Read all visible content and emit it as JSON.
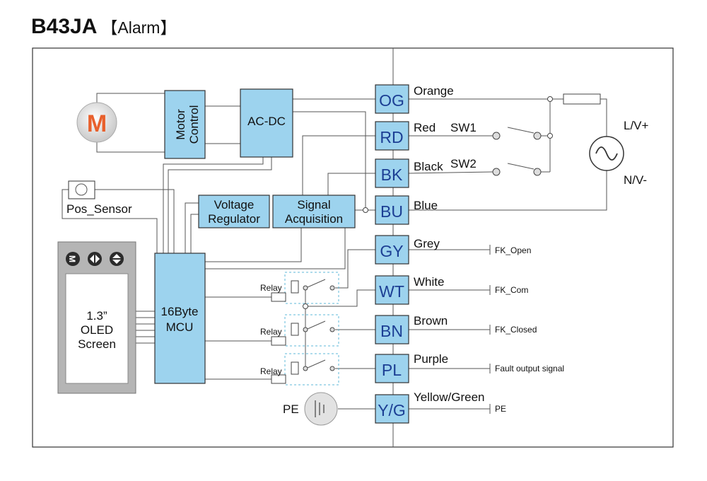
{
  "title": {
    "model": "B43JA",
    "variant": "【Alarm】"
  },
  "blocks": {
    "motor_letter": "M",
    "motor_control_line1": "Motor",
    "motor_control_line2": "Control",
    "acdc": "AC-DC",
    "voltage_regulator_line1": "Voltage",
    "voltage_regulator_line2": "Regulator",
    "signal_acq_line1": "Signal",
    "signal_acq_line2": "Acquisition",
    "pos_sensor": "Pos_Sensor",
    "mcu_line1": "16Byte",
    "mcu_line2": "MCU",
    "oled_line1": "1.3”",
    "oled_line2": "OLED",
    "oled_line3": "Screen",
    "relay": "Relay",
    "pe": "PE"
  },
  "terminals": [
    {
      "code": "OG",
      "wire": "Orange"
    },
    {
      "code": "RD",
      "wire": "Red"
    },
    {
      "code": "BK",
      "wire": "Black"
    },
    {
      "code": "BU",
      "wire": "Blue"
    },
    {
      "code": "GY",
      "wire": "Grey"
    },
    {
      "code": "WT",
      "wire": "White"
    },
    {
      "code": "BN",
      "wire": "Brown"
    },
    {
      "code": "PL",
      "wire": "Purple"
    },
    {
      "code": "Y/G",
      "wire": "Yellow/Green"
    }
  ],
  "switches": {
    "sw1": "SW1",
    "sw2": "SW2"
  },
  "power": {
    "live": "L/V+",
    "neutral": "N/V-"
  },
  "outputs": {
    "gy": "FK_Open",
    "wt": "FK_Com",
    "bn": "FK_Closed",
    "pl": "Fault output signal",
    "yg": "PE"
  },
  "colors": {
    "block_fill": "#9dd3ee",
    "terminal_text": "#1c3f94",
    "motor_letter": "#e8602c",
    "relay_box": "#5fb8d8"
  }
}
